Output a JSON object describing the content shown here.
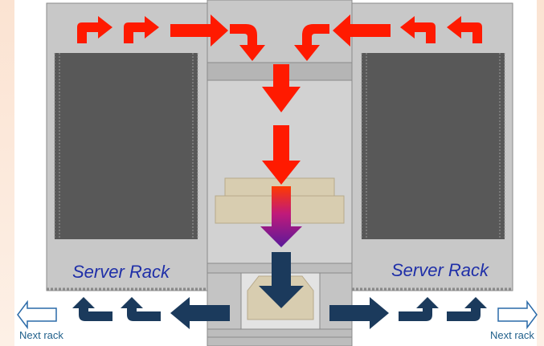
{
  "rack_labels": {
    "left": "Server Rack",
    "right": "Server Rack"
  },
  "side_labels": {
    "left": "Next rack",
    "right": "Next rack"
  },
  "colors": {
    "background": "#fbe3d2",
    "rack": "#c8c8c8",
    "rack_body": "#585858",
    "hot_air": "#ff1a00",
    "cold_air": "#1b3a5c",
    "cooling_unit": "#d8cdb0",
    "label": "#1f2fa8"
  },
  "icons": {
    "hot_arrow": "bent-arrow-icon",
    "cold_arrow": "bent-arrow-icon",
    "next_rack_arrow": "outline-arrow-icon"
  }
}
